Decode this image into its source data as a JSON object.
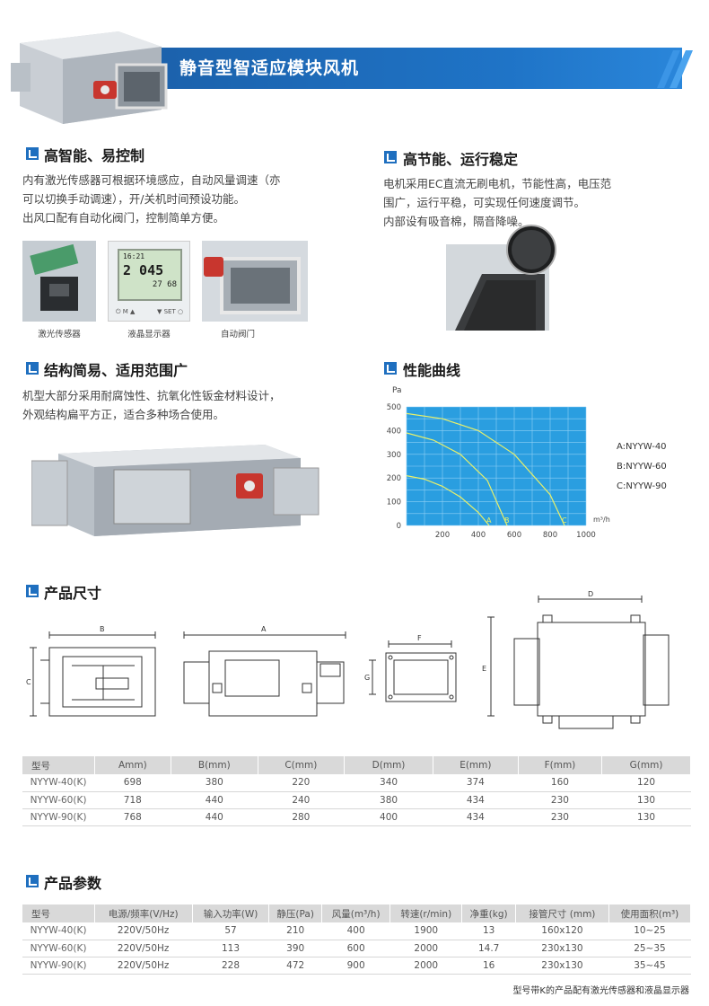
{
  "header": {
    "title": "静音型智适应模块风机"
  },
  "sections": {
    "smart": {
      "title": "高智能、易控制",
      "lines": [
        "内有激光传感器可根据环境感应，自动风量调速（亦",
        "可以切换手动调速），开/关机时间预设功能。",
        "出风口配有自动化阀门，控制简单方便。"
      ],
      "captions": [
        "激光传感器",
        "液晶显示器",
        "自动阀门"
      ],
      "lcd": {
        "line1": "16:21",
        "line2": "2  045",
        "line3": "27 68"
      }
    },
    "energy": {
      "title": "高节能、运行稳定",
      "lines": [
        "电机采用EC直流无刷电机，节能性高，电压范",
        "围广，运行平稳，可实现任何速度调节。",
        "内部设有吸音棉，隔音降噪。"
      ]
    },
    "structure": {
      "title": "结构简易、适用范围广",
      "lines": [
        "机型大部分采用耐腐蚀性、抗氧化性钣金材料设计，",
        "外观结构扁平方正，适合多种场合使用。"
      ]
    },
    "curve": {
      "title": "性能曲线"
    },
    "dims": {
      "title": "产品尺寸"
    },
    "params": {
      "title": "产品参数"
    }
  },
  "chart_data": {
    "type": "line",
    "ylabel": "Pa",
    "xlabel": "m³/h",
    "xlim": [
      0,
      1000
    ],
    "ylim": [
      0,
      500
    ],
    "xticks": [
      "200",
      "400",
      "600",
      "800",
      "1000"
    ],
    "yticks": [
      "0",
      "100",
      "200",
      "300",
      "400",
      "500"
    ],
    "background": "#2a9ee0",
    "grid": true,
    "series": [
      {
        "name": "A",
        "x": [
          0,
          100,
          200,
          300,
          400,
          460
        ],
        "y": [
          210,
          195,
          165,
          120,
          55,
          0
        ]
      },
      {
        "name": "B",
        "x": [
          0,
          150,
          300,
          450,
          560
        ],
        "y": [
          390,
          360,
          300,
          190,
          0
        ]
      },
      {
        "name": "C",
        "x": [
          0,
          200,
          400,
          600,
          800,
          880
        ],
        "y": [
          472,
          450,
          400,
          300,
          130,
          0
        ]
      }
    ],
    "legend": [
      "A:NYYW-40",
      "B:NYYW-60",
      "C:NYYW-90"
    ],
    "legend_position": "right"
  },
  "dimension_labels": {
    "front": [
      "B",
      "C"
    ],
    "side": [
      "A"
    ],
    "outlet": [
      "F",
      "G"
    ],
    "top": [
      "D",
      "E"
    ]
  },
  "dims_table": {
    "model_header": "型号",
    "headers": [
      "Amm)",
      "B(mm)",
      "C(mm)",
      "D(mm)",
      "E(mm)",
      "F(mm)",
      "G(mm)"
    ],
    "rows": [
      [
        "NYYW-40(K)",
        "698",
        "380",
        "220",
        "340",
        "374",
        "160",
        "120"
      ],
      [
        "NYYW-60(K)",
        "718",
        "440",
        "240",
        "380",
        "434",
        "230",
        "130"
      ],
      [
        "NYYW-90(K)",
        "768",
        "440",
        "280",
        "400",
        "434",
        "230",
        "130"
      ]
    ]
  },
  "params_table": {
    "model_header": "型号",
    "headers": [
      "电源/频率(V/Hz)",
      "输入功率(W)",
      "静压(Pa)",
      "风量(m³/h)",
      "转速(r/min)",
      "净重(kg)",
      "接管尺寸 (mm)",
      "使用面积(m³)"
    ],
    "rows": [
      [
        "NYYW-40(K)",
        "220V/50Hz",
        "57",
        "210",
        "400",
        "1900",
        "13",
        "160x120",
        "10~25"
      ],
      [
        "NYYW-60(K)",
        "220V/50Hz",
        "113",
        "390",
        "600",
        "2000",
        "14.7",
        "230x130",
        "25~35"
      ],
      [
        "NYYW-90(K)",
        "220V/50Hz",
        "228",
        "472",
        "900",
        "2000",
        "16",
        "230x130",
        "35~45"
      ]
    ],
    "note": "型号带K的产品配有激光传感器和液晶显示器"
  }
}
